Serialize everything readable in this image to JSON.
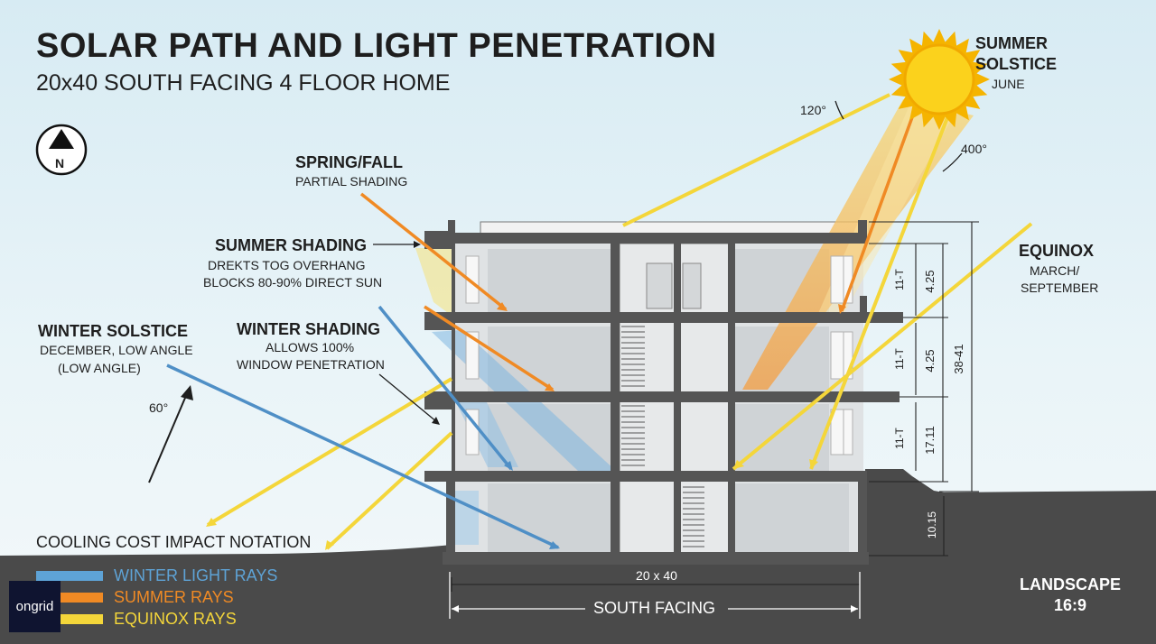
{
  "title": "SOLAR PATH AND LIGHT PENETRATION",
  "subtitle": "20x40 SOUTH FACING 4 FLOOR HOME",
  "compass": {
    "letter": "N"
  },
  "summer_solstice": {
    "title_line1": "SUMMER",
    "title_line2": "SOLSTICE",
    "month": "JUNE"
  },
  "spring_fall": {
    "title": "SPRING/FALL",
    "desc": "PARTIAL SHADING"
  },
  "summer_shading": {
    "title": "SUMMER SHADING",
    "line1": "DREKTS TOG OVERHANG",
    "line2": "BLOCKS 80-90% DIRECT SUN"
  },
  "winter_solstice": {
    "title": "WINTER SOLSTICE",
    "line1": "DECEMBER, LOW ANGLE",
    "line2": "(LOW ANGLE)"
  },
  "winter_shading": {
    "title": "WINTER SHADING",
    "line1": "ALLOWS 100%",
    "line2": "WINDOW PENETRATION"
  },
  "equinox": {
    "title": "EQUINOX",
    "line1": "MARCH/",
    "line2": "SEPTEMBER"
  },
  "angles": {
    "a120": "120°",
    "a400": "400°",
    "a60": "60°"
  },
  "dimensions": {
    "floor_heights": [
      "11-T",
      "11-T",
      "11-T"
    ],
    "floor_values": [
      "4.25",
      "4.25",
      "17.11"
    ],
    "total": "38-41",
    "basement": "10.15",
    "width": "20 x 40"
  },
  "south_facing": "SOUTH FACING",
  "cooling_note": "COOLING COST IMPACT NOTATION",
  "legend": [
    {
      "label": "WINTER LIGHT RAYS",
      "color": "#5ea3d6"
    },
    {
      "label": "SUMMER RAYS",
      "color": "#f08a24"
    },
    {
      "label": "EQUINOX RAYS",
      "color": "#f4d63a"
    }
  ],
  "aspect": {
    "line1": "LANDSCAPE",
    "line2": "16:9"
  },
  "logo_text": "ongrid",
  "colors": {
    "ground": "#4a4a4a",
    "structure": "#555555",
    "sun": "#f9c814"
  }
}
